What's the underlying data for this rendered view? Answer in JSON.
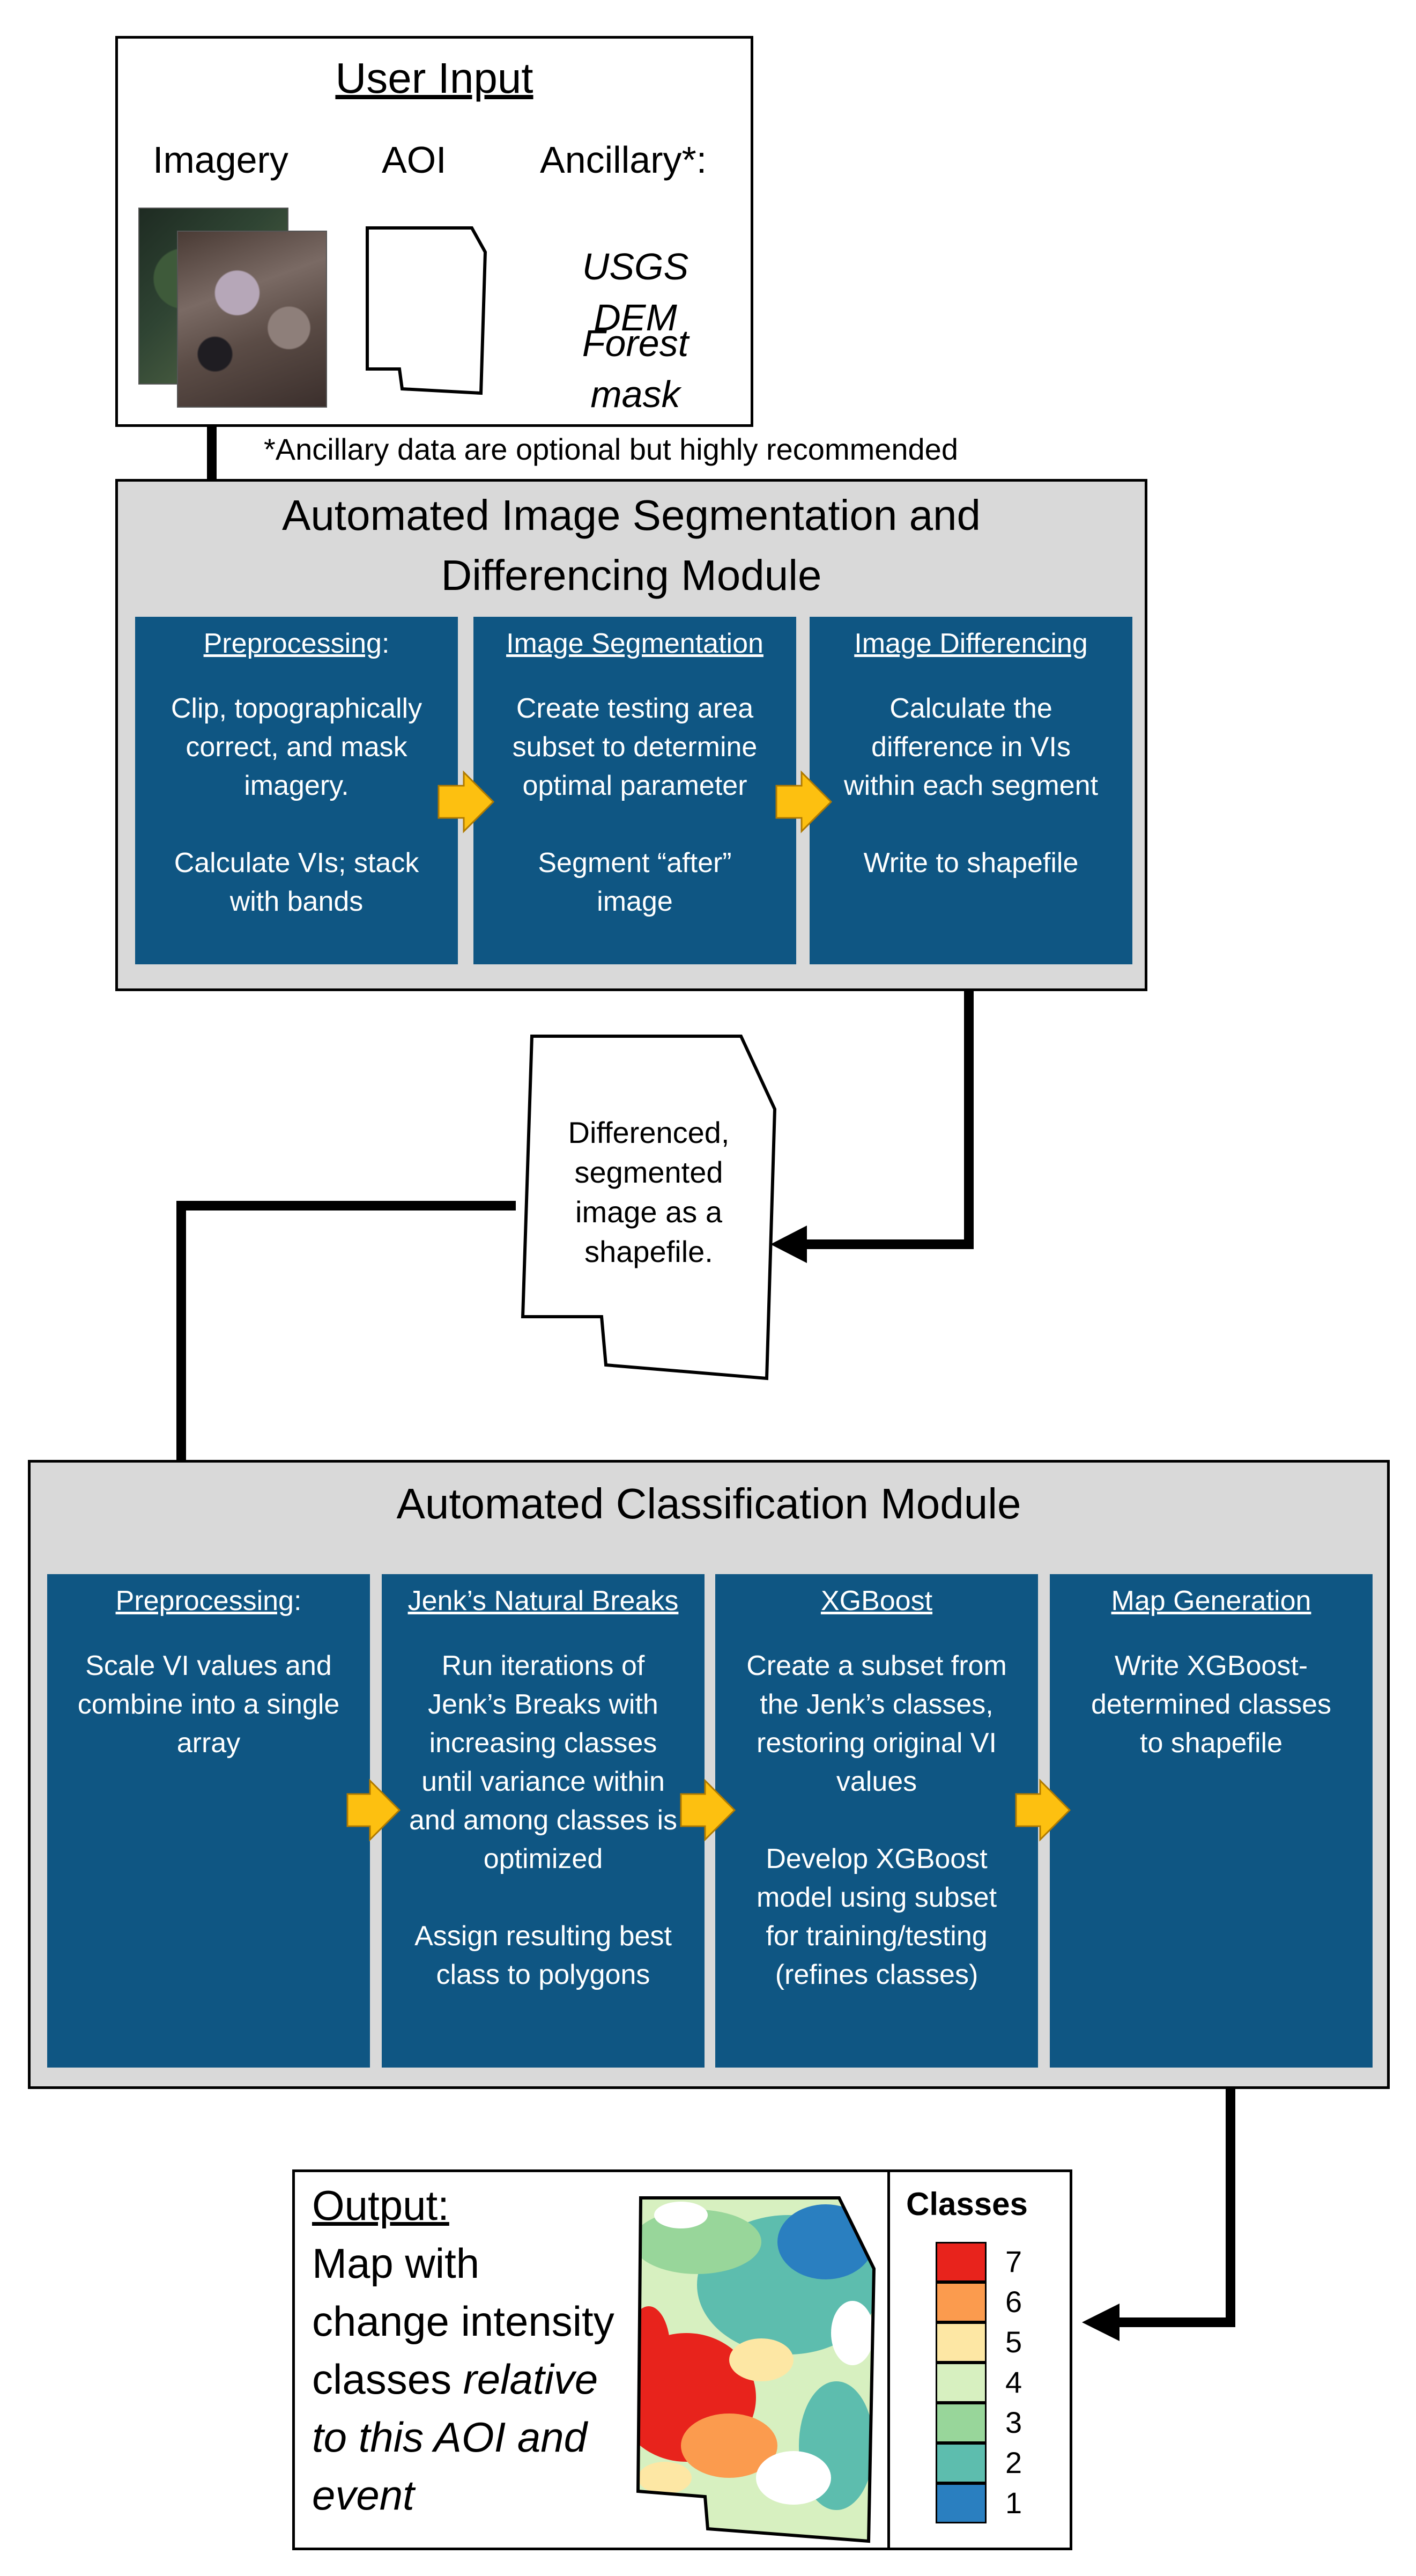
{
  "user_input": {
    "title": "User Input",
    "col_imagery": "Imagery",
    "col_aoi": "AOI",
    "col_ancillary": "Ancillary*:",
    "ancillary_items": [
      "USGS DEM",
      "Forest",
      "mask"
    ]
  },
  "footnote": "*Ancillary data are optional but highly recommended",
  "segmentation_module": {
    "title_line1": "Automated Image Segmentation and",
    "title_line2": "Differencing Module",
    "steps": [
      {
        "title": "Preprocessing",
        "suffix": ":",
        "body": "Clip, topographically\ncorrect, and mask\nimagery.\n\nCalculate VIs; stack\nwith bands"
      },
      {
        "title": "Image Segmentation",
        "suffix": "",
        "body": "Create testing area\nsubset to determine\noptimal parameter\n\nSegment “after”\nimage"
      },
      {
        "title": "Image Differencing",
        "suffix": "",
        "body": "Calculate the\ndifference in VIs\nwithin each segment\n\nWrite to shapefile"
      }
    ]
  },
  "intermediate": {
    "text": "Differenced,\nsegmented\nimage as a\nshapefile."
  },
  "classification_module": {
    "title": "Automated Classification Module",
    "steps": [
      {
        "title": "Preprocessing",
        "suffix": ":",
        "body": "Scale VI values and\ncombine into a single\narray"
      },
      {
        "title": "Jenk’s Natural Breaks",
        "suffix": "",
        "body": "Run iterations of\nJenk’s Breaks with\nincreasing classes\nuntil variance within\nand among classes is\noptimized\n\nAssign resulting best\nclass to polygons"
      },
      {
        "title": "XGBoost",
        "suffix": "",
        "body": "Create a subset from\nthe Jenk’s classes,\nrestoring original VI\nvalues\n\nDevelop XGBoost\nmodel using subset\nfor training/testing\n(refines classes)"
      },
      {
        "title": "Map Generation",
        "suffix": "",
        "body": "Write XGBoost-\ndetermined classes\nto  shapefile"
      }
    ]
  },
  "output": {
    "title": "Output:",
    "line1": "Map with",
    "line2": "change intensity",
    "line3_plain": "classes ",
    "line3_italic": "relative",
    "line4": "to this AOI and",
    "line5": "event"
  },
  "legend": {
    "title": "Classes",
    "items": [
      {
        "label": "7",
        "color": "#e8231c"
      },
      {
        "label": "6",
        "color": "#fb9b4e"
      },
      {
        "label": "5",
        "color": "#fde7a4"
      },
      {
        "label": "4",
        "color": "#d7f0c0"
      },
      {
        "label": "3",
        "color": "#98d69a"
      },
      {
        "label": "2",
        "color": "#5dbdae"
      },
      {
        "label": "1",
        "color": "#2a7fc0"
      }
    ]
  },
  "colors": {
    "step_fill": "#0f5683",
    "module_fill": "#d9d9d9",
    "arrow_fill": "#fdc010"
  }
}
